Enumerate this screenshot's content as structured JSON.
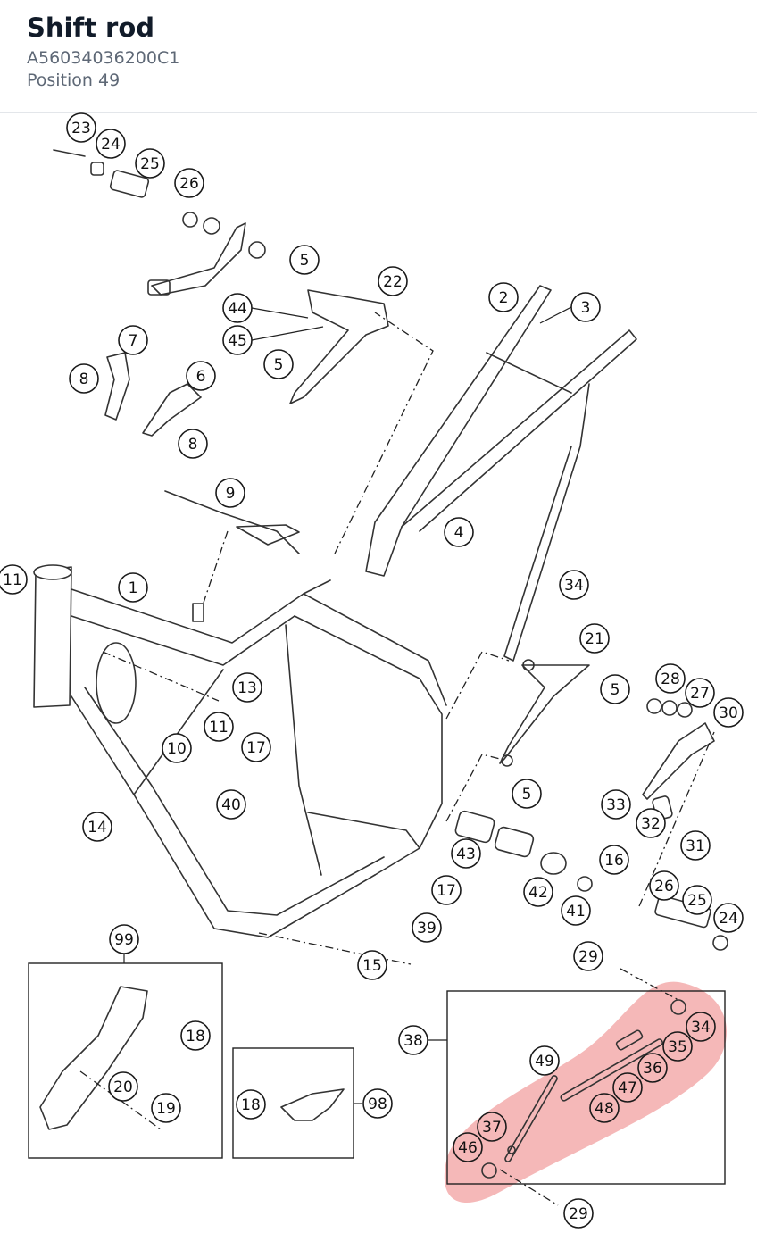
{
  "header": {
    "title": "Shift rod",
    "part_number": "A56034036200C1",
    "position": "Position 49"
  },
  "highlight": {
    "color": "#f2a0a0",
    "highlighted_position": "49"
  },
  "callouts": [
    "1",
    "2",
    "3",
    "4",
    "5",
    "5",
    "5",
    "5",
    "6",
    "7",
    "8",
    "8",
    "9",
    "10",
    "11",
    "11",
    "13",
    "14",
    "15",
    "16",
    "17",
    "17",
    "18",
    "18",
    "19",
    "20",
    "21",
    "22",
    "23",
    "24",
    "24",
    "25",
    "25",
    "26",
    "26",
    "27",
    "28",
    "29",
    "29",
    "30",
    "31",
    "32",
    "33",
    "34",
    "34",
    "35",
    "36",
    "37",
    "38",
    "39",
    "40",
    "41",
    "42",
    "43",
    "44",
    "45",
    "46",
    "47",
    "48",
    "49",
    "98",
    "99"
  ]
}
